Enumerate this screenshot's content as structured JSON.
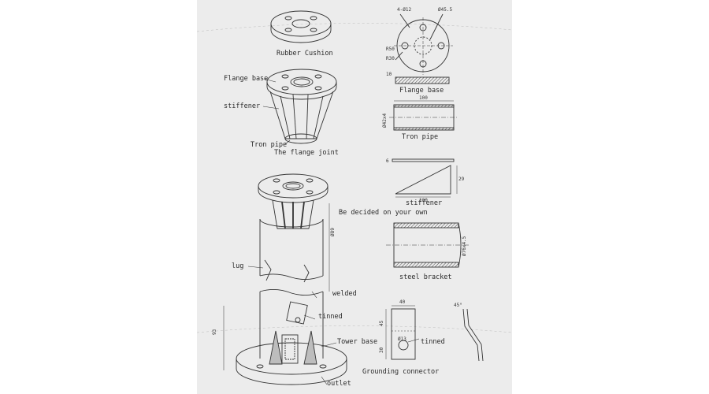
{
  "labels": {
    "rubber_cushion": "Rubber Cushion",
    "flange_base_left": "Flange base",
    "stiffener_left": "stiffener",
    "iron_pipe_left": "Tron pipe",
    "flange_joint": "The flange joint",
    "flange_base_right": "Flange base",
    "iron_pipe_right": "Tron pipe",
    "stiffener_right": "stiffener",
    "decided": "Be decided on your own",
    "steel_bracket": "steel bracket",
    "lug": "lug",
    "welded": "welded",
    "tinned_left": "tinned",
    "tower_base": "Tower base",
    "outlet": "outlet",
    "tinned_right": "tinned",
    "grounding_connector": "Grounding connector"
  },
  "dimensions": {
    "d1": "4-Ø12",
    "d2": "Ø45.5",
    "r50": "R50",
    "r30": "R30",
    "t10": "10",
    "len100_pipe": "100",
    "pipe_dia": "Ø42x4",
    "len100_stiff": "100",
    "h29": "29",
    "thick": "6",
    "tower_h": "Ø89",
    "bracket": "Ø76x4.5",
    "conn_w": "40",
    "conn_h1": "45",
    "conn_h2": "30",
    "hole": "Ø13",
    "angle": "45°",
    "base_h": "93"
  }
}
